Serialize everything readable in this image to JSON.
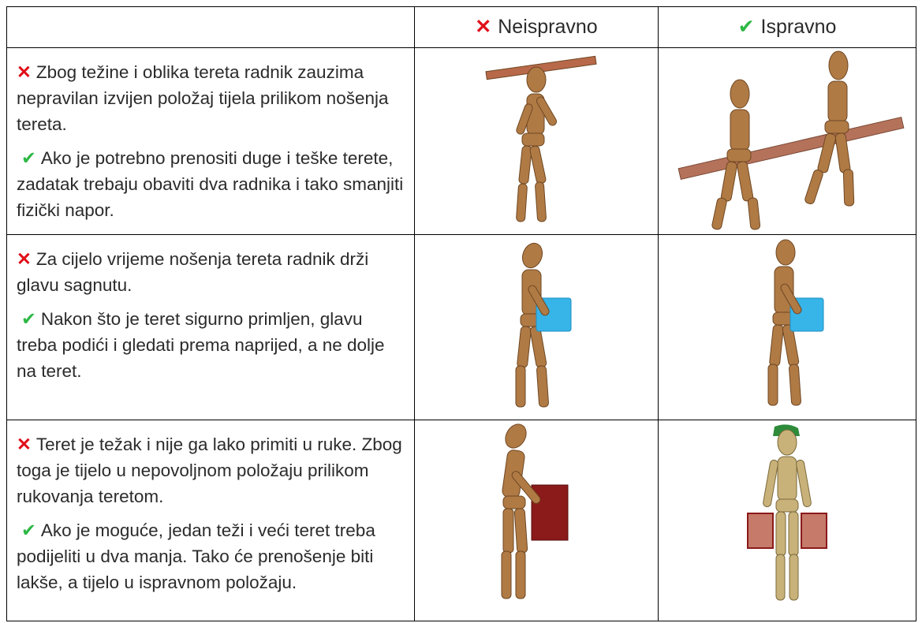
{
  "header": {
    "wrong_label": "Neispravno",
    "right_label": "Ispravno"
  },
  "icons": {
    "wrong": "cross-mark-icon",
    "right": "check-mark-icon",
    "wrong_color": "#e0101a",
    "right_color": "#2db845"
  },
  "rows": [
    {
      "wrong_text": "Zbog težine i oblika tereta radnik zauzima nepravilan izvijen položaj tijela prilikom nošenja tereta.",
      "right_text": "Ako je potrebno prenositi duge i teške terete, zadatak trebaju obaviti dva radnika i tako smanjiti fizički napor."
    },
    {
      "wrong_text": "Za cijelo vrijeme nošenja tereta radnik drži glavu sagnutu.",
      "right_text": "Nakon što je teret sigurno primljen, glavu treba podići i gledati prema naprijed, a ne dolje na teret."
    },
    {
      "wrong_text": "Teret je težak i nije ga lako primiti u ruke. Zbog toga je tijelo u nepovoljnom položaju prilikom rukovanja teretom.",
      "right_text": "Ako je moguće, jedan teži i veći teret treba podijeliti u dva manja. Tako će prenošenje biti lakše, a tijelo u ispravnom položaju."
    }
  ]
}
